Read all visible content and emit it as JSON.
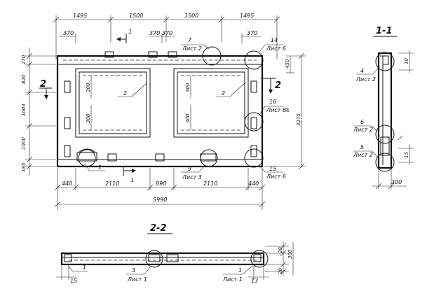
{
  "dims": {
    "top_1495_left": "1495",
    "top_1500_a": "1500",
    "top_1500_b": "1500",
    "top_1495_right": "1495",
    "d370_a": "370",
    "d370_b": "370",
    "d370_c": "370",
    "d370_d": "370",
    "left_270": "270",
    "left_820": "820",
    "left_1003": "1003",
    "left_1000": "1000",
    "left_185": "185",
    "right_450": "450",
    "right_3275": "3275",
    "inner_300_a": "300",
    "inner_300_b": "300",
    "inner_300_c": "300",
    "inner_300_d": "300",
    "bot_440_a": "440",
    "bot_2110_a": "2110",
    "bot_890": "890",
    "bot_2110_b": "2110",
    "bot_440_b": "440",
    "total_5990": "5990",
    "s11_10": "10",
    "s11_15": "15",
    "s11_300": "300",
    "s22_20_a": "20",
    "s22_300": "300",
    "s22_20_b": "20",
    "s22_15_a": "15",
    "s22_13": "13"
  },
  "callouts": {
    "c7_num": "7",
    "c7_sheet": "Лист 2",
    "c14_num": "14",
    "c14_sheet": "Лист 6",
    "c16_num": "16",
    "c16_sheet": "Лист 6",
    "c15_num": "15",
    "c15_sheet": "Лист 6",
    "c9_num": "9",
    "c9_sheet": "Лист 3",
    "c4_num": "4",
    "c4_sheet": "Лист 2",
    "c6_num": "6",
    "c6_sheet": "Лист 2",
    "c5_num": "5",
    "c5_sheet": "Лист 2",
    "c3_num": "3",
    "c3_sheet": "Лист 1",
    "c1_num": "1",
    "c1_sheet": "Лист 1"
  },
  "marks": {
    "cut1_top": "1",
    "cut1_bottom": "1",
    "cut2_left": "2",
    "cut2_right": "2",
    "pos2_a": "2",
    "pos2_b": "2",
    "pos1_a": "1",
    "pos1_s22": "1",
    "h_mark": "H"
  },
  "titles": {
    "section_1_1": "1-1",
    "section_2_2": "2-2"
  }
}
